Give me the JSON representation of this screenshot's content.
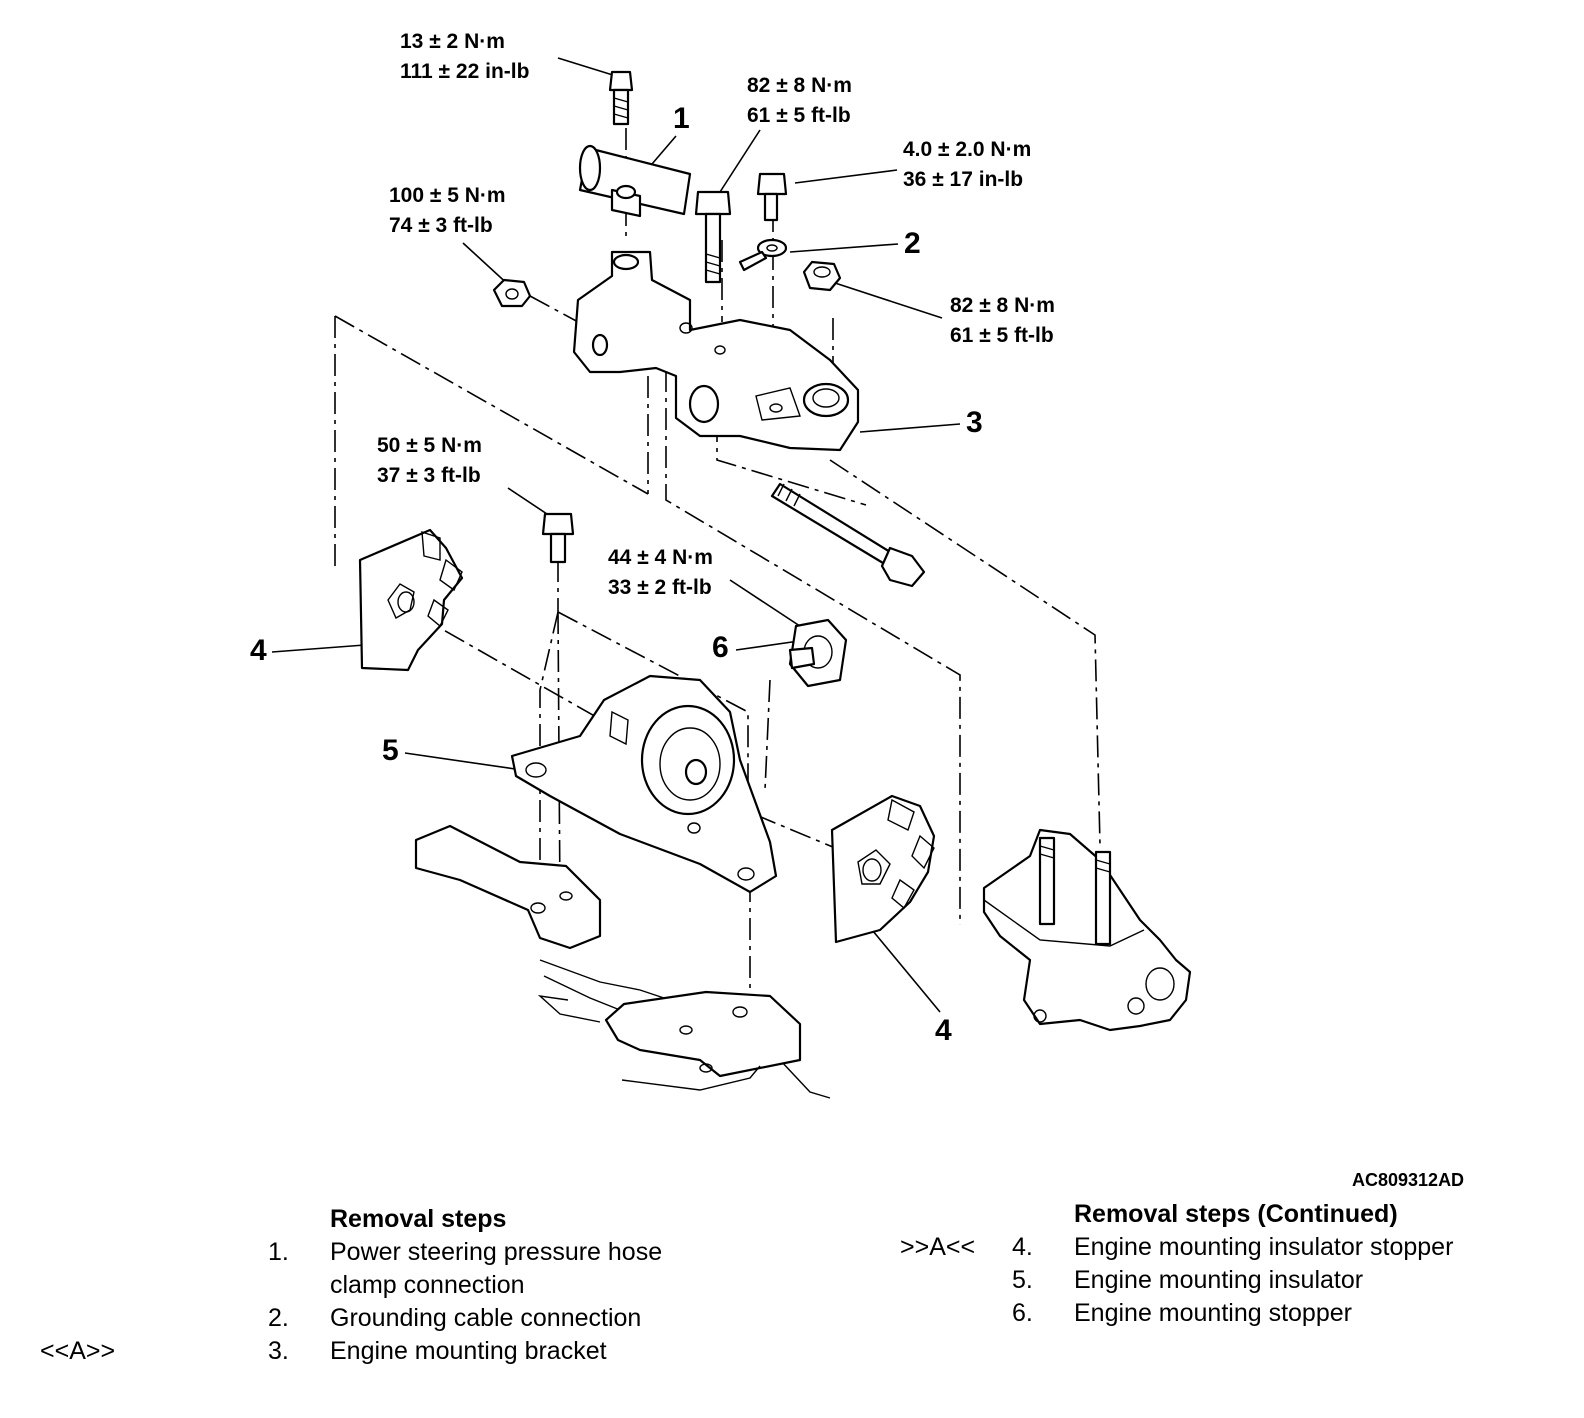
{
  "diagram": {
    "figure_id": "AC809312AD",
    "torque_specs": {
      "t1": {
        "metric": "13 ± 2 N·m",
        "imperial": "111 ± 22 in-lb"
      },
      "t2": {
        "metric": "82 ± 8 N·m",
        "imperial": "61 ± 5 ft-lb"
      },
      "t3": {
        "metric": "4.0 ± 2.0 N·m",
        "imperial": "36 ± 17 in-lb"
      },
      "t4": {
        "metric": "100 ± 5 N·m",
        "imperial": "74 ± 3 ft-lb"
      },
      "t5": {
        "metric": "82 ± 8 N·m",
        "imperial": "61 ± 5 ft-lb"
      },
      "t6": {
        "metric": "50 ± 5 N·m",
        "imperial": "37 ± 3 ft-lb"
      },
      "t7": {
        "metric": "44 ± 4 N·m",
        "imperial": "33 ± 2 ft-lb"
      }
    },
    "callouts": {
      "c1": "1",
      "c2": "2",
      "c3": "3",
      "c4a": "4",
      "c4b": "4",
      "c5": "5",
      "c6": "6"
    }
  },
  "removal_steps": {
    "title": "Removal steps",
    "items": [
      {
        "num": "1.",
        "text": "Power steering pressure hose",
        "text2": "clamp connection",
        "mark": ""
      },
      {
        "num": "2.",
        "text": "Grounding cable connection",
        "mark": ""
      },
      {
        "num": "3.",
        "text": "Engine mounting bracket",
        "mark": "<<A>>"
      }
    ]
  },
  "removal_steps_continued": {
    "title": "Removal steps (Continued)",
    "items": [
      {
        "num": "4.",
        "text": "Engine mounting insulator stopper",
        "mark": ">>A<<"
      },
      {
        "num": "5.",
        "text": "Engine mounting insulator",
        "mark": ""
      },
      {
        "num": "6.",
        "text": "Engine mounting stopper",
        "mark": ""
      }
    ]
  }
}
